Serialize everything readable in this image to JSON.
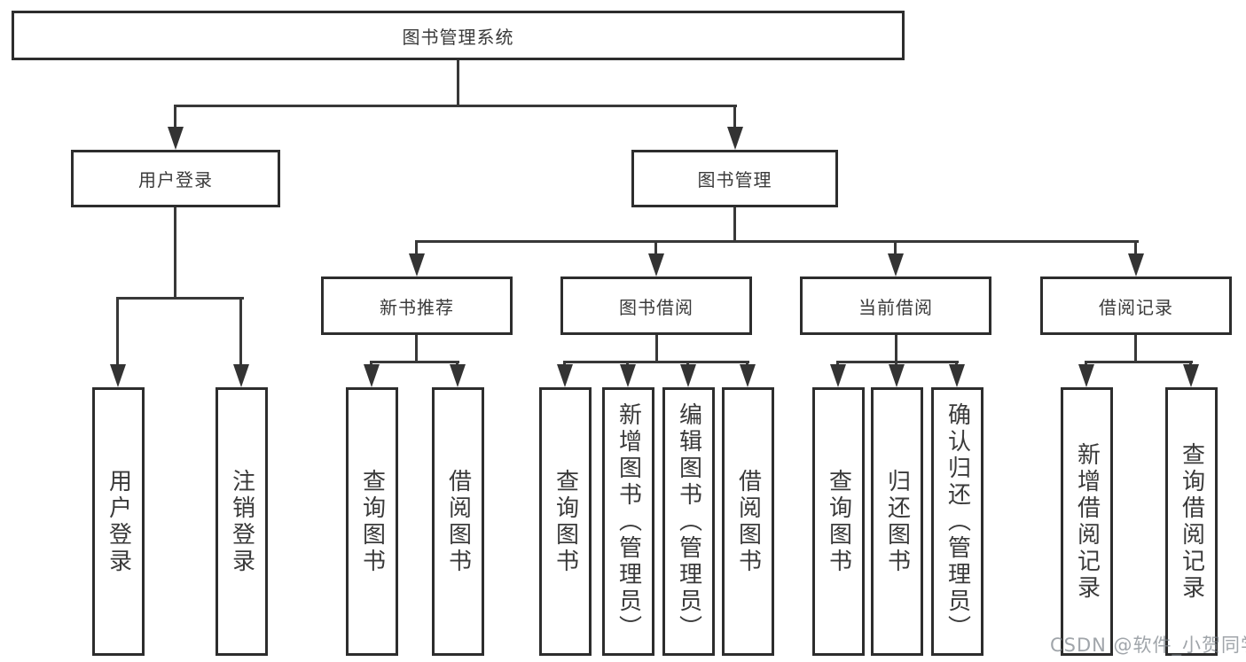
{
  "diagram": {
    "root": {
      "label": "图书管理系统"
    },
    "branches": [
      {
        "label": "用户登录",
        "children": [
          {
            "label": "用户登录"
          },
          {
            "label": "注销登录"
          }
        ]
      },
      {
        "label": "图书管理",
        "children": [
          {
            "label": "新书推荐",
            "children": [
              {
                "label": "查询图书"
              },
              {
                "label": "借阅图书"
              }
            ]
          },
          {
            "label": "图书借阅",
            "children": [
              {
                "label": "查询图书"
              },
              {
                "label": "新增图书（管理员）"
              },
              {
                "label": "编辑图书（管理员）"
              },
              {
                "label": "借阅图书"
              }
            ]
          },
          {
            "label": "当前借阅",
            "children": [
              {
                "label": "查询图书"
              },
              {
                "label": "归还图书"
              },
              {
                "label": "确认归还（管理员）"
              }
            ]
          },
          {
            "label": "借阅记录",
            "children": [
              {
                "label": "新增借阅记录"
              },
              {
                "label": "查询借阅记录"
              }
            ]
          }
        ]
      }
    ]
  },
  "watermark": {
    "text": "CSDN @软件_小贺同学"
  },
  "colors": {
    "line": "#383838",
    "border": "#2d2d2d",
    "text": "#3a3a3a",
    "background": "#ffffff",
    "watermark": "#7c8289"
  }
}
